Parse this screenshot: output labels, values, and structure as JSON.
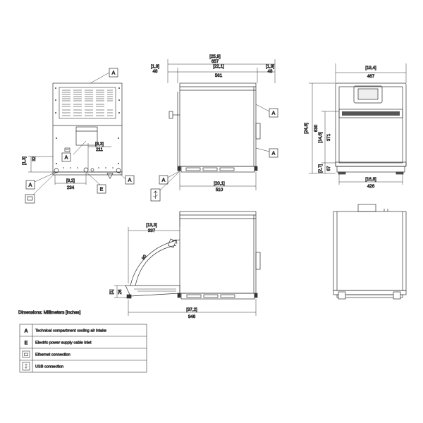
{
  "callout_letter_a": "A",
  "callout_letter_e": "E",
  "dimensions": {
    "side_top_total_in": "[25,9]",
    "side_top_total_mm": "657",
    "side_inner_in": "[22,1]",
    "side_inner_mm": "561",
    "side_left_in": "[1,9]",
    "side_left_mm": "48",
    "side_right_in": "[1,9]",
    "side_right_mm": "48",
    "side_depth_in": "[20,1]",
    "side_depth_mm": "510",
    "rear_small_h_in": "[1,3]",
    "rear_small_h_mm": "32",
    "rear_inner_w_in": "[8,3]",
    "rear_inner_w_mm": "211",
    "rear_left_in": "[9,2]",
    "rear_left_mm": "234",
    "front_width_in": "[18,4]",
    "front_width_mm": "467",
    "front_height_in": "[24,8]",
    "front_height_mm": "630",
    "front_door_h_in": "[14,6]",
    "front_door_h_mm": "371",
    "front_foot_in": "[2,7]",
    "front_foot_mm": "67",
    "front_inner_w_in": "[16,8]",
    "front_inner_w_mm": "426",
    "open_top_in": "[13,3]",
    "open_top_mm": "337",
    "open_total_in": "[37,2]",
    "open_total_mm": "946",
    "open_small_in": "[1]",
    "open_small_mm": "26",
    "door_arc_mm": "90"
  },
  "caption": "Dimensions: Millimeters [inches]",
  "legend": [
    {
      "key": "A",
      "text": "Technical compartment cooling air intake",
      "icon": ""
    },
    {
      "key": "E",
      "text": "Electric power supply cable inlet",
      "icon": ""
    },
    {
      "key": "",
      "text": "Ethernet connection",
      "icon": "ethernet-icon"
    },
    {
      "key": "",
      "text": "USB connection",
      "icon": "usb-icon"
    }
  ]
}
